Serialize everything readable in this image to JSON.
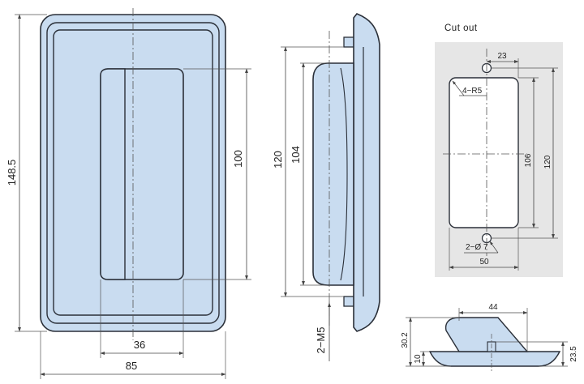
{
  "colors": {
    "fill": "#c9dcf0",
    "outline": "#2a2f38",
    "dimension": "#444444",
    "cutout_bg": "#e6e6e6"
  },
  "front_view": {
    "width_label": "85",
    "height_label": "148.5",
    "pocket_height_label": "100",
    "pocket_width_label": "36"
  },
  "side_view": {
    "overall_label": "120",
    "inner_label": "104",
    "thread_label": "2−M5"
  },
  "cutout": {
    "title": "Cut out",
    "hole_spacing_label": "23",
    "radius_label": "4−R5",
    "inner_height_label": "106",
    "outer_height_label": "120",
    "hole_label": "2−Ø 7",
    "width_label": "50"
  },
  "bottom_view": {
    "width_label": "44",
    "depth_label": "30.2",
    "flange_label": "10",
    "total_label": "23.5"
  }
}
